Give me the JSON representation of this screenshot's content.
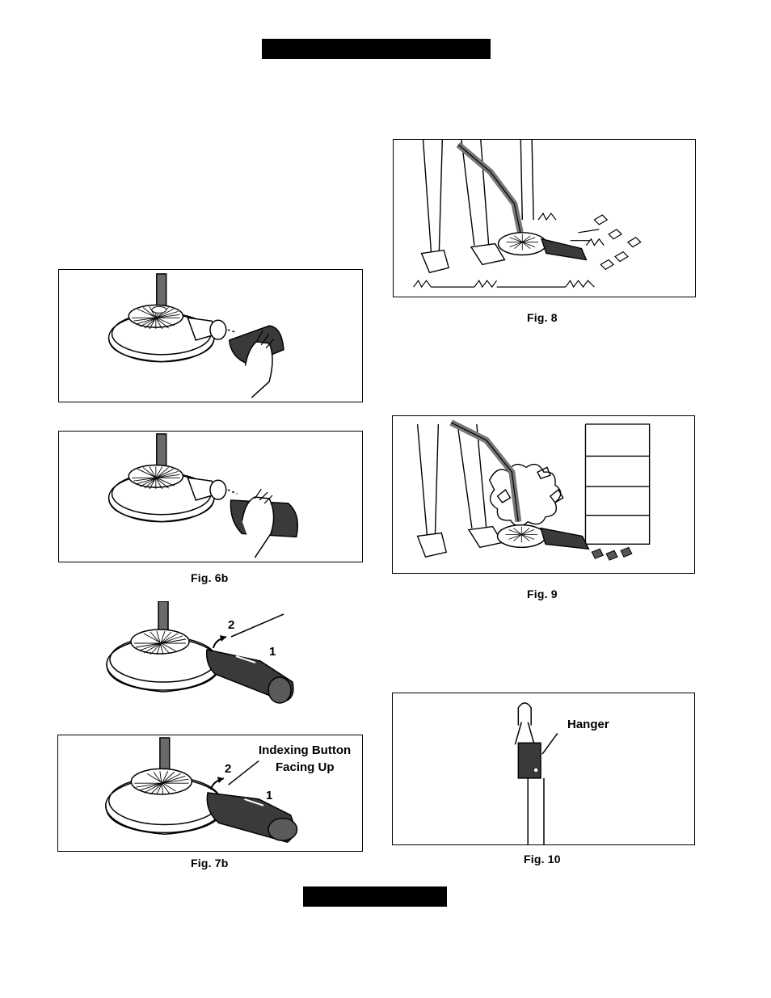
{
  "captions": {
    "fig6b": "Fig. 6b",
    "fig7b": "Fig. 7b",
    "fig8": "Fig. 8",
    "fig9": "Fig. 9",
    "fig10": "Fig. 10"
  },
  "labels": {
    "fig7a_step2": "2",
    "fig7a_step1": "1",
    "fig7b_indexing_line1": "Indexing Button",
    "fig7b_indexing_line2": "Facing Up",
    "fig7b_step2": "2",
    "fig7b_step1": "1",
    "fig10_hanger": "Hanger"
  }
}
